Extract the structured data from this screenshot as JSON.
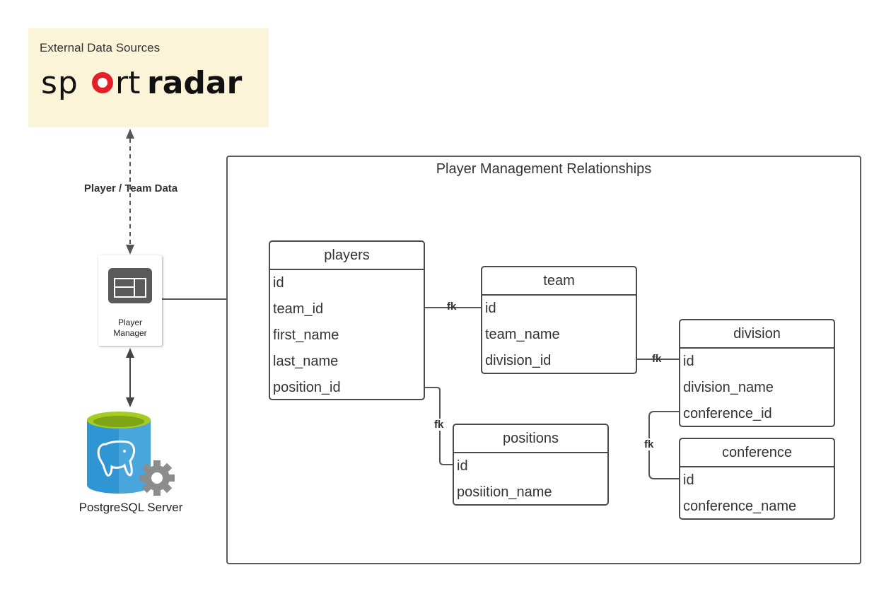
{
  "external_sources": {
    "title": "External Data Sources",
    "logo_text": "sportradar"
  },
  "flow_label": "Player / Team Data",
  "player_manager": {
    "label": "Player\nManager"
  },
  "database": {
    "label": "PostgreSQL Server"
  },
  "relationships": {
    "title": "Player Management Relationships",
    "fk_label": "fk",
    "tables": {
      "players": {
        "name": "players",
        "fields": [
          "id",
          "team_id",
          "first_name",
          "last_name",
          "position_id"
        ]
      },
      "team": {
        "name": "team",
        "fields": [
          "id",
          "team_name",
          "division_id"
        ]
      },
      "division": {
        "name": "division",
        "fields": [
          "id",
          "division_name",
          "conference_id"
        ]
      },
      "positions": {
        "name": "positions",
        "fields": [
          "id",
          "posiition_name"
        ]
      },
      "conference": {
        "name": "conference",
        "fields": [
          "id",
          "conference_name"
        ]
      }
    }
  },
  "colors": {
    "source_box": "#fbf4d8",
    "logo_red": "#e3202a",
    "line": "#555555",
    "db_blue": "#2f95d3",
    "db_top": "#a5cc22",
    "gear": "#8c8c8c"
  }
}
